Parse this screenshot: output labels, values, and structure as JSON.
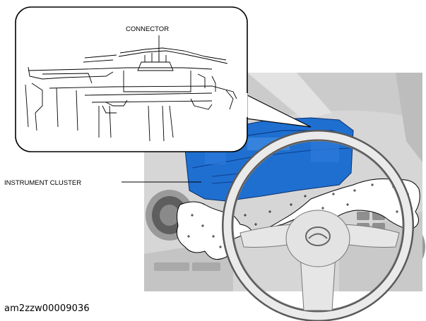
{
  "figure": {
    "labels": {
      "connector": "CONNECTOR",
      "instrument_cluster": "INSTRUMENT CLUSTER"
    },
    "figure_id": "am2zzw00009036",
    "colors": {
      "cluster_blue": "#1f6fd0",
      "dashboard_gray": "#d4d4d4",
      "cloth_white": "#ffffff",
      "line": "#000000"
    }
  }
}
